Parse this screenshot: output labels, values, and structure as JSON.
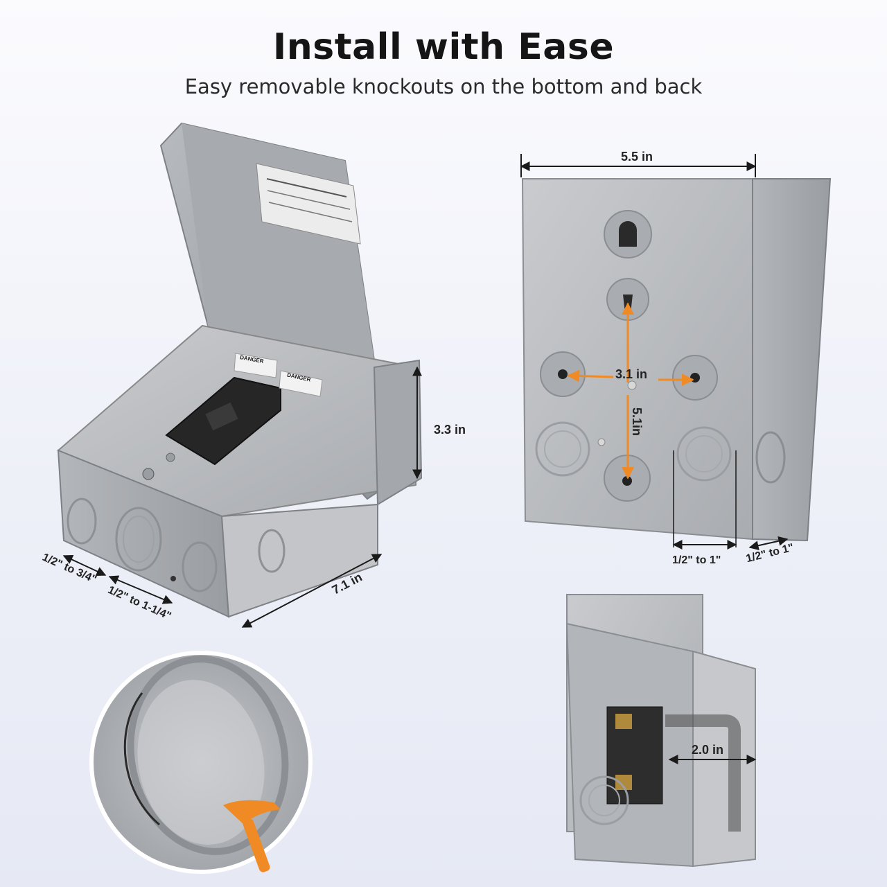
{
  "header": {
    "title": "Install with Ease",
    "subtitle": "Easy removable knockouts on the bottom and back"
  },
  "dimensions": {
    "width": "5.5 in",
    "height": "3.3 in",
    "depth": "7.1 in",
    "knockout_spacing": "3.1 in",
    "knockout_vertical": "5.1in",
    "side_depth": "2.0 in",
    "back_knockout_1": "1/2\" to 1\"",
    "side_knockout": "1/2\" to 1\"",
    "front_knockout_small": "1/2\" to 3/4\"",
    "front_knockout_large": "1/2\" to 1-1/4\""
  },
  "labels": {
    "danger_1": "DANGER",
    "danger_2": "DANGER"
  },
  "colors": {
    "accent": "#f08a24",
    "box_gray": "#b9bcc0",
    "background": "#eef0f8"
  },
  "icons": {
    "hammer": "hammer-icon"
  }
}
